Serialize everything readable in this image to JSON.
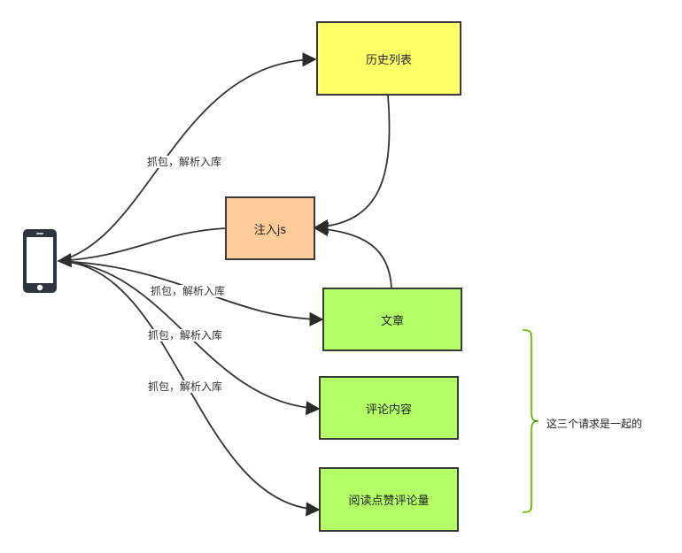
{
  "nodes": {
    "history_list": "历史列表",
    "inject_js": "注入js",
    "article": "文章",
    "comments": "评论内容",
    "read_like_comment_count": "阅读点赞评论量"
  },
  "edge_labels": {
    "to_history": "抓包，解析入库",
    "to_article": "抓包，解析入库",
    "to_comments": "抓包，解析入库",
    "to_stats": "抓包，解析入库"
  },
  "annotation": {
    "same_request": "这三个请求是一起的"
  },
  "icons": {
    "device": "smartphone-icon",
    "bracket": "curly-brace"
  },
  "colors": {
    "yellow": "#ffff66",
    "orange": "#ffcc99",
    "green": "#b3ff66",
    "bracket": "#99ff33",
    "stroke": "#333333"
  }
}
